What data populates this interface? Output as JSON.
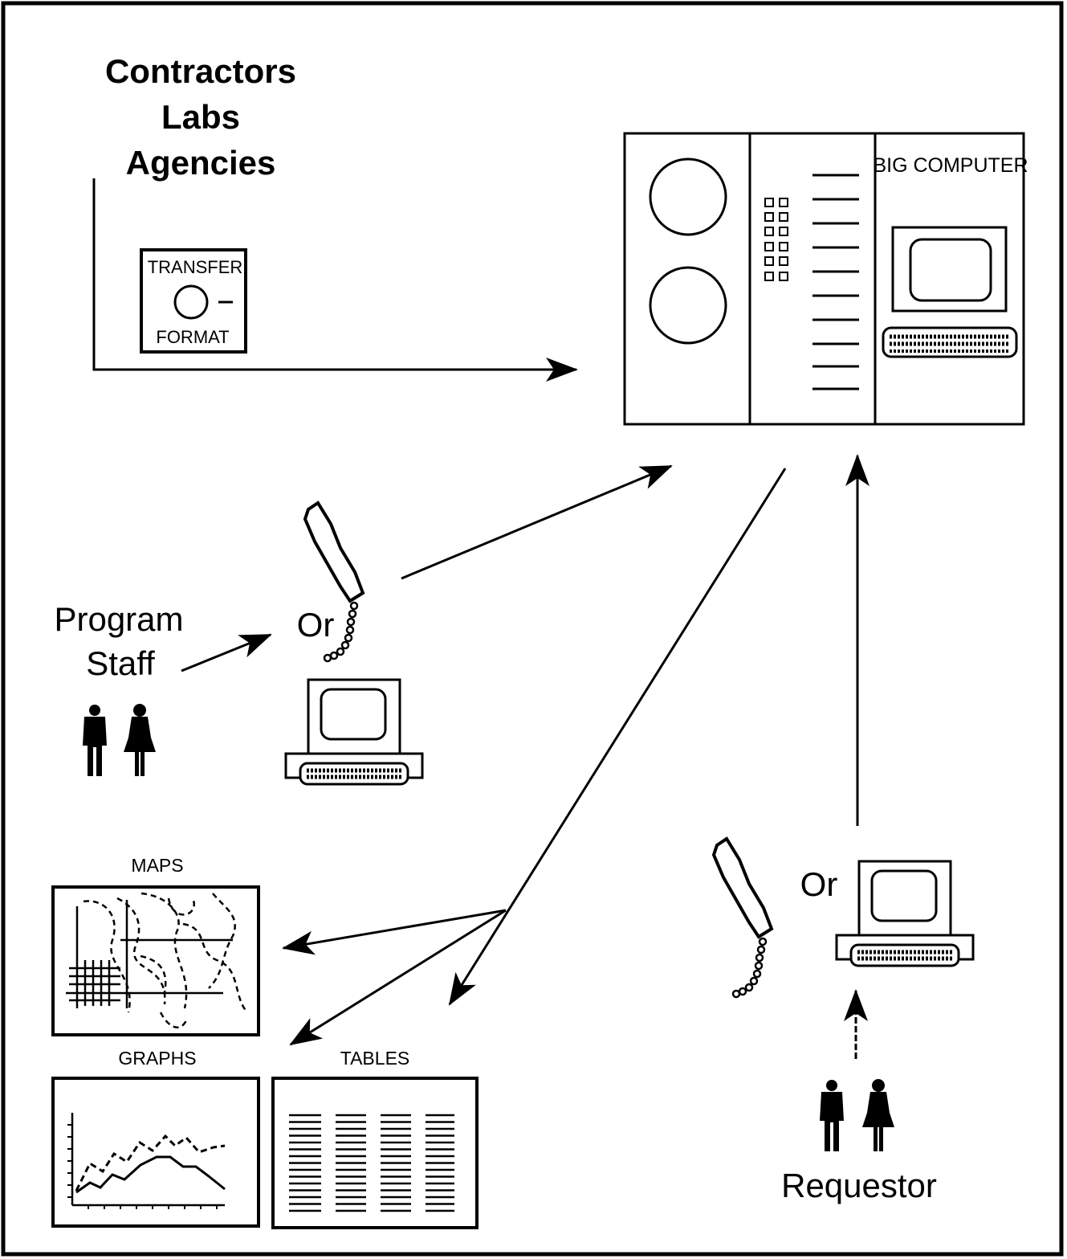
{
  "sources": {
    "lines": [
      "Contractors",
      "Labs",
      "Agencies"
    ]
  },
  "transfer_box": {
    "top_label": "TRANSFER",
    "bottom_label": "FORMAT"
  },
  "big_computer": {
    "label": "BIG COMPUTER"
  },
  "program_staff": {
    "line1": "Program",
    "line2": "Staff",
    "or_label": "Or"
  },
  "requestor": {
    "label": "Requestor",
    "or_label": "Or"
  },
  "outputs": {
    "maps_label": "MAPS",
    "graphs_label": "GRAPHS",
    "tables_label": "TABLES"
  },
  "colors": {
    "ink": "#000000",
    "paper": "#ffffff"
  },
  "icons": [
    "phone-handset-icon",
    "terminal-icon",
    "people-icon",
    "arrow-icon"
  ]
}
